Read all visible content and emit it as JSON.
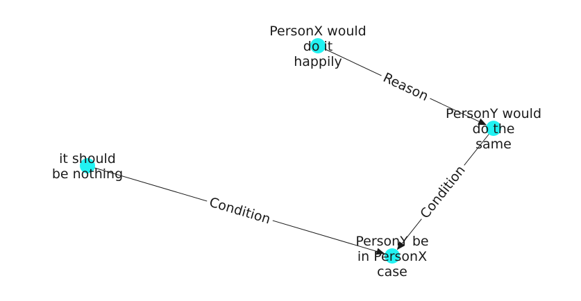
{
  "colors": {
    "node": "#22f2f2",
    "edge": "#1a1a1a",
    "text": "#1a1a1a",
    "background": "#ffffff"
  },
  "nodes": [
    {
      "id": "n1",
      "lines": [
        "PersonX would",
        "do it",
        "happily"
      ]
    },
    {
      "id": "n2",
      "lines": [
        "PersonY would",
        "do the",
        "same"
      ]
    },
    {
      "id": "n3",
      "lines": [
        "it should",
        "be nothing"
      ]
    },
    {
      "id": "n4",
      "lines": [
        "PersonY be",
        "in PersonX",
        "case"
      ]
    }
  ],
  "edges": [
    {
      "id": "e1",
      "source": "n1",
      "target": "n2",
      "label": "Reason"
    },
    {
      "id": "e2",
      "source": "n2",
      "target": "n4",
      "label": "Condition"
    },
    {
      "id": "e3",
      "source": "n3",
      "target": "n4",
      "label": "Condition"
    }
  ]
}
